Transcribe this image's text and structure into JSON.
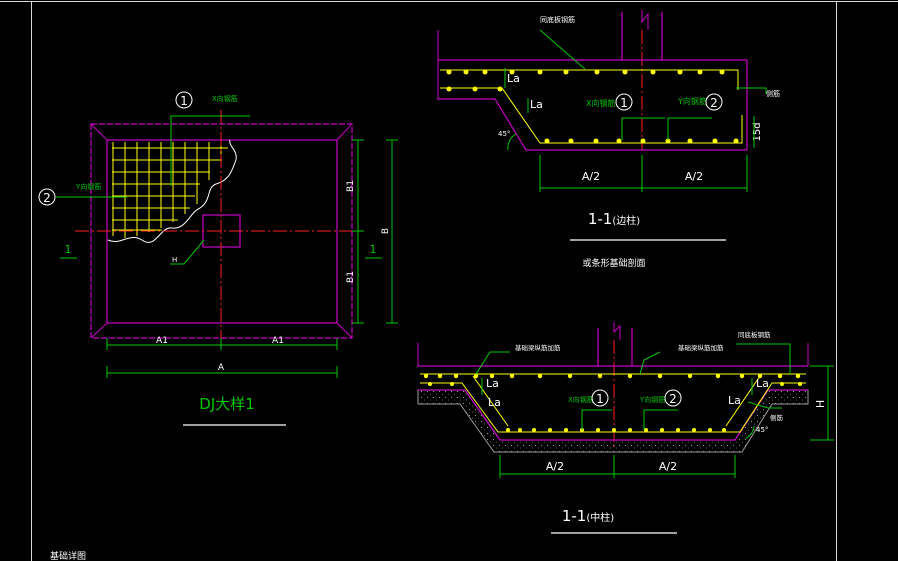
{
  "plan_view": {
    "title": "DJ大样1",
    "x_rebar_label": "X向钢筋",
    "y_rebar_label": "Y向钢筋",
    "rebar_1_marker": "1",
    "rebar_2_marker": "2",
    "section_mark_left": "1",
    "section_mark_right": "1",
    "column_label": "H",
    "dim_a1_left": "A1",
    "dim_a1_right": "A1",
    "dim_a": "A",
    "dim_b1_top": "B1",
    "dim_b1_bottom": "B1",
    "dim_b": "B"
  },
  "section_edge": {
    "title": "1-1",
    "title_note": "(边柱)",
    "subtitle": "或条形基础剖面",
    "top_rebar_label": "同底板钢筋",
    "side_rebar_label": "侧筋",
    "la_1": "La",
    "la_2": "La",
    "x_rebar_label": "X向钢筋",
    "y_rebar_label": "Y向钢筋",
    "marker_1": "1",
    "marker_2": "2",
    "dim_15d": "15d",
    "dim_half_a_left": "A/2",
    "dim_half_a_right": "A/2",
    "angle_label": "45°"
  },
  "section_mid": {
    "title": "1-1",
    "title_note": "(中柱)",
    "left_rebar_label": "基础梁纵筋加筋",
    "right_rebar_label": "基础梁纵筋加筋",
    "top_rebar_label": "同底板钢筋",
    "side_rebar_label": "侧筋",
    "la_left_1": "La",
    "la_left_2": "La",
    "la_right_1": "La",
    "la_right_2": "La",
    "x_rebar_label": "X向钢筋",
    "y_rebar_label": "Y向钢筋",
    "marker_1": "1",
    "marker_2": "2",
    "dim_h": "H",
    "dim_half_a_left": "A/2",
    "dim_half_a_right": "A/2",
    "angle_label": "45°"
  },
  "footer_label": "基础详图",
  "colors": {
    "background": "#000000",
    "frame": "#d8d8d8",
    "outline_magenta": "#c800c8",
    "rebar_yellow": "#ffff00",
    "dimension_green": "#00c800",
    "centerline_red": "#ff2020",
    "text_white": "#ffffff",
    "concrete_gray": "#9a9a9a"
  }
}
